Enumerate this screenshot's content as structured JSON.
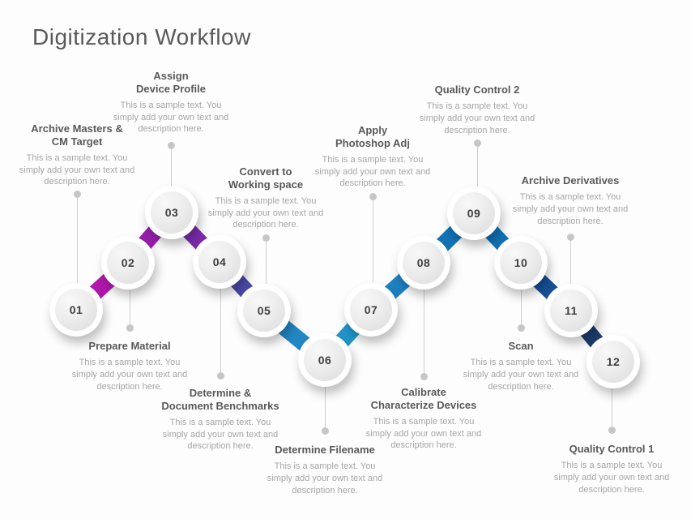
{
  "page_title": "Digitization Workflow",
  "steps": [
    {
      "number": "01",
      "title": "Archive Masters &\nCM Target",
      "description": "This is a sample text. You simply add your own text and description here."
    },
    {
      "number": "02",
      "title": "Prepare Material",
      "description": "This is a sample text. You simply add your own text and description here."
    },
    {
      "number": "03",
      "title": "Assign\nDevice Profile",
      "description": "This is a sample text. You simply add your own text and description here."
    },
    {
      "number": "04",
      "title": "Determine &\nDocument Benchmarks",
      "description": "This is a sample text. You simply add your own text and description here."
    },
    {
      "number": "05",
      "title": "Convert to\nWorking space",
      "description": "This is a sample text. You simply add your own text and description here."
    },
    {
      "number": "06",
      "title": "Determine Filename",
      "description": "This is a sample text. You simply add your own text and description here."
    },
    {
      "number": "07",
      "title": "Apply\nPhotoshop Adj",
      "description": "This is a sample text. You simply add your own text and description here."
    },
    {
      "number": "08",
      "title": "Calibrate\nCharacterize Devices",
      "description": "This is a sample text. You simply add your own text and description here."
    },
    {
      "number": "09",
      "title": "Quality Control 2",
      "description": "This is a sample text. You simply add your own text and description here."
    },
    {
      "number": "10",
      "title": "Scan",
      "description": "This is a sample text. You simply add your own text and description here."
    },
    {
      "number": "11",
      "title": "Archive Derivatives",
      "description": "This is a sample text. You simply add your own text and description here."
    },
    {
      "number": "12",
      "title": "Quality Control 1",
      "description": "This is a sample text. You simply add your own text and description here."
    }
  ],
  "connector_colors": [
    "#b218ac",
    "#9a1fae",
    "#7b2cad",
    "#4b4aa9",
    "#2287c3",
    "#2196cb",
    "#1d82c0",
    "#1374b7",
    "#1273b6",
    "#175096",
    "#1d3d6e"
  ],
  "colors": {
    "background": "#fdfdfd",
    "main_title_text": "#595959",
    "step_title_text": "#595959",
    "description_text": "#a6a6a6",
    "step_number_text": "#3f3f3f",
    "label_line": "#cfcfcf",
    "label_dot": "#c6c6c6",
    "circle_ring": "#ffffff",
    "circle_fill": "#ececec"
  }
}
